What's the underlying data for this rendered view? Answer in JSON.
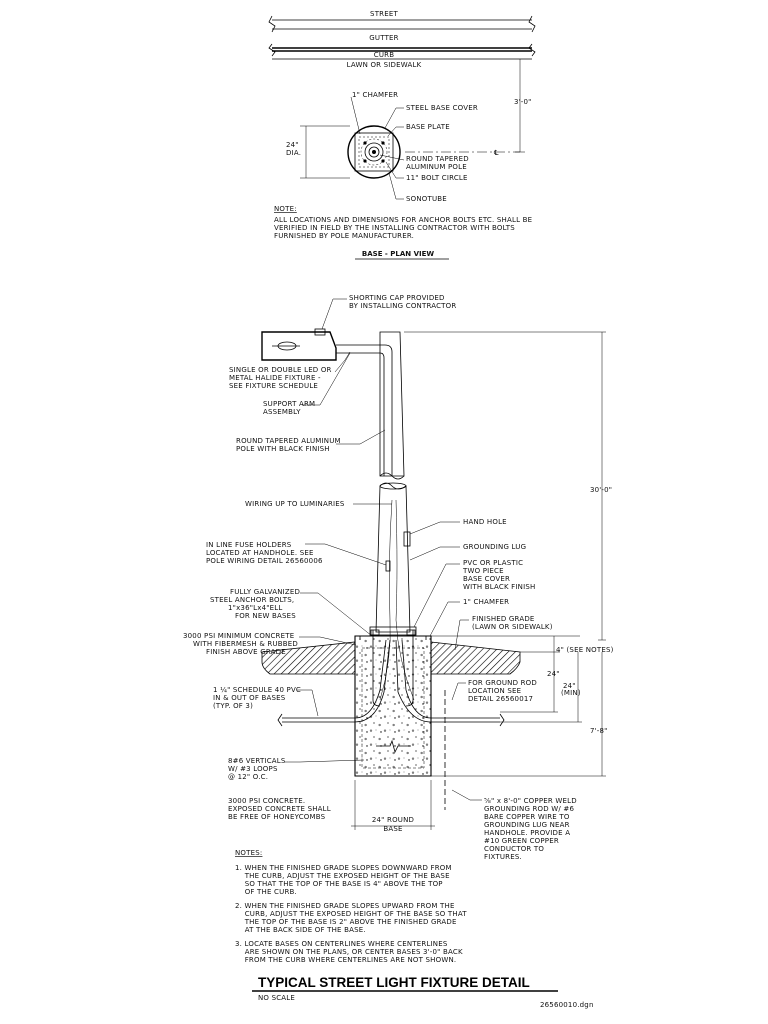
{
  "plan_view": {
    "street": "STREET",
    "gutter": "GUTTER",
    "curb": "CURB",
    "lawn": "LAWN OR SIDEWALK",
    "dim_3ft": "3'-0\"",
    "dim_24_a": "24\"",
    "dim_24_b": "DIA.",
    "chamfer": "1\" CHAMFER",
    "steel_base_cover": "STEEL BASE COVER",
    "base_plate": "BASE PLATE",
    "pole_a": "ROUND TAPERED",
    "pole_b": "ALUMINUM POLE",
    "bolt_circle": "11\" BOLT CIRCLE",
    "sonotube": "SONOTUBE",
    "note_head": "NOTE:",
    "note_lines": [
      "ALL LOCATIONS AND DIMENSIONS FOR ANCHOR BOLTS ETC. SHALL BE",
      "VERIFIED IN FIELD BY THE INSTALLING CONTRACTOR WITH BOLTS",
      "FURNISHED BY POLE MANUFACTURER."
    ],
    "caption": "BASE - PLAN VIEW"
  },
  "elevation": {
    "shorting_cap": [
      "SHORTING CAP PROVIDED",
      "BY INSTALLING CONTRACTOR"
    ],
    "fixture": [
      "SINGLE OR DOUBLE LED OR",
      "METAL HALIDE FIXTURE -",
      "SEE FIXTURE SCHEDULE"
    ],
    "support_arm": [
      "SUPPORT ARM",
      "ASSEMBLY"
    ],
    "pole": [
      "ROUND TAPERED ALUMINUM",
      "POLE WITH BLACK FINISH"
    ],
    "wiring": [
      "WIRING UP TO LUMINARIES"
    ],
    "fuse": [
      "IN LINE FUSE HOLDERS",
      "LOCATED AT HANDHOLE.  SEE",
      "POLE WIRING DETAIL 26560006"
    ],
    "anchor": [
      "FULLY GALVANIZED",
      "STEEL ANCHOR BOLTS,",
      "1\"x36\"Lx4\"ELL",
      "FOR NEW BASES"
    ],
    "concrete3000": [
      "3000 PSI MINIMUM CONCRETE",
      "WITH FIBERMESH & RUBBED",
      "FINISH ABOVE GRADE"
    ],
    "pvc": [
      "1 ¼\" SCHEDULE 40 PVC",
      "IN & OUT OF BASES",
      "(TYP. OF 3)"
    ],
    "verticals": [
      "8#6 VERTICALS",
      "W/ #3 LOOPS",
      "@ 12\" O.C."
    ],
    "exposed": [
      "3000 PSI CONCRETE.",
      "EXPOSED CONCRETE SHALL",
      "BE FREE OF HONEYCOMBS"
    ],
    "round_base": [
      "24\" ROUND",
      "BASE"
    ],
    "hand_hole": [
      "HAND HOLE"
    ],
    "grounding_lug": [
      "GROUNDING LUG"
    ],
    "base_cover": [
      "PVC OR PLASTIC",
      "TWO PIECE",
      "BASE COVER",
      "WITH BLACK FINISH"
    ],
    "chamfer": [
      "1\" CHAMFER"
    ],
    "finished_grade": [
      "FINISHED GRADE",
      "(LAWN OR SIDEWALK)"
    ],
    "ground_rod": [
      "FOR GROUND ROD",
      "LOCATION SEE",
      "DETAIL 26560017"
    ],
    "copper": [
      "⅝\" x 8'-0\" COPPER WELD",
      "GROUNDING ROD W/ #6",
      "BARE COPPER WIRE TO",
      "GROUNDING LUG NEAR",
      "HANDHOLE. PROVIDE A",
      "#10 GREEN COPPER",
      "CONDUCTOR TO",
      "FIXTURES."
    ],
    "dim_30": "30'-0\"",
    "dim_4": "4\" (SEE NOTES)",
    "dim_24": "24\"",
    "dim_24min_a": "24\"",
    "dim_24min_b": "(MIN)",
    "dim_7": "7'-8\""
  },
  "notes": {
    "head": "NOTES:",
    "items": [
      [
        "1. WHEN THE FINISHED GRADE SLOPES DOWNWARD FROM",
        "    THE CURB, ADJUST THE EXPOSED HEIGHT OF THE BASE",
        "    SO THAT THE TOP OF THE BASE IS 4\" ABOVE THE TOP",
        "    OF THE CURB."
      ],
      [
        "2. WHEN THE FINISHED GRADE SLOPES UPWARD FROM THE",
        "    CURB, ADJUST THE EXPOSED HEIGHT OF THE BASE SO THAT",
        "    THE TOP OF THE BASE IS 2\" ABOVE THE FINISHED GRADE",
        "    AT THE BACK SIDE OF THE BASE."
      ],
      [
        "3. LOCATE BASES ON CENTERLINES WHERE CENTERLINES",
        "    ARE SHOWN ON THE PLANS, OR CENTER BASES 3'-0\" BACK",
        "    FROM THE CURB WHERE CENTERLINES ARE NOT SHOWN."
      ]
    ]
  },
  "title": "TYPICAL STREET LIGHT FIXTURE DETAIL",
  "scale": "NO SCALE",
  "file": "26560010.dgn"
}
